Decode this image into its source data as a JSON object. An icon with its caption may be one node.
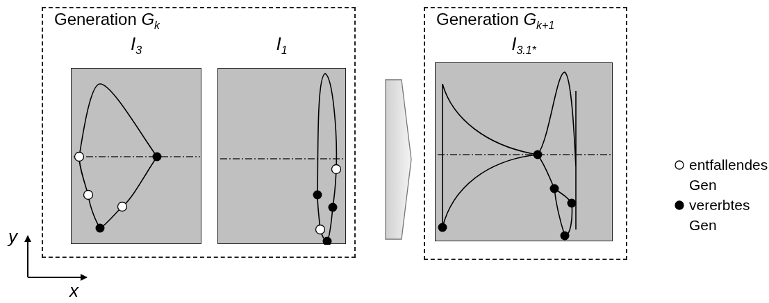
{
  "diagram": {
    "nodes": [
      {
        "text": [
          "Generation *G*$_{k}$"
        ]
      },
      {
        "text": [
          "I$_{3}$"
        ],
        "in": 0
      },
      {
        "text": [
          "I$_{1}$"
        ],
        "in": 0
      },
      {
        "text": [
          "Generation *G*$_{k+1}$"
        ]
      },
      {
        "text": [
          "I$_{3.1*}$"
        ],
        "in": 3
      }
    ],
    "edges": [
      {
        "from": 0,
        "to": 3,
        "arrow": "to"
      }
    ],
    "labels": [
      "y",
      "x"
    ],
    "legend": [
      {
        "text": "entfallendes Gen"
      },
      {
        "text": "vererbtes Gen"
      }
    ]
  }
}
